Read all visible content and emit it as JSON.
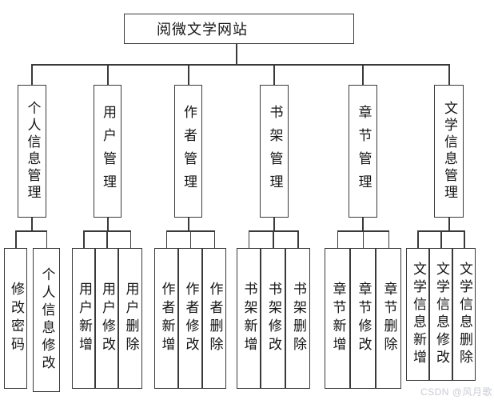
{
  "title": {
    "label": "阅微文学网站"
  },
  "watermark": "CSDN @风月歌",
  "columns": [
    {
      "label": "个人信息管理",
      "children": [
        "修改密码",
        "个人信息修改"
      ]
    },
    {
      "label": "用户管理",
      "children": [
        "用户新增",
        "用户修改",
        "用户删除"
      ]
    },
    {
      "label": "作者管理",
      "children": [
        "作者新增",
        "作者修改",
        "作者删除"
      ]
    },
    {
      "label": "书架管理",
      "children": [
        "书架新增",
        "书架修改",
        "书架删除"
      ]
    },
    {
      "label": "章节管理",
      "children": [
        "章节新增",
        "章节修改",
        "章节删除"
      ]
    },
    {
      "label": "文学信息管理",
      "children": [
        "文学信息新增",
        "文学信息修改",
        "文学信息删除"
      ]
    }
  ],
  "colors": {
    "line": "#3a3a3a",
    "text": "#141414",
    "watermark": "#c9ccd3",
    "background": "#ffffff"
  }
}
